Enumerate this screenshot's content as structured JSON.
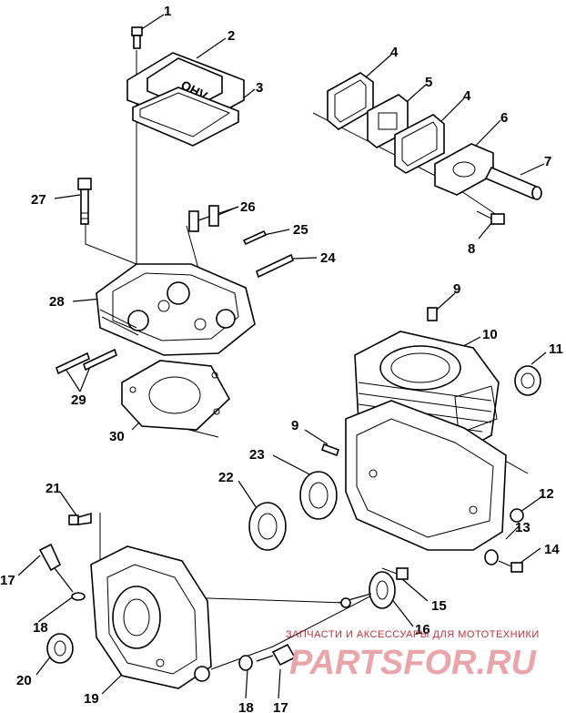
{
  "parts": [
    {
      "n": "1"
    },
    {
      "n": "2"
    },
    {
      "n": "3"
    },
    {
      "n": "4"
    },
    {
      "n": "5"
    },
    {
      "n": "4"
    },
    {
      "n": "6"
    },
    {
      "n": "7"
    },
    {
      "n": "8"
    },
    {
      "n": "27"
    },
    {
      "n": "26"
    },
    {
      "n": "25"
    },
    {
      "n": "24"
    },
    {
      "n": "28"
    },
    {
      "n": "9"
    },
    {
      "n": "10"
    },
    {
      "n": "11"
    },
    {
      "n": "29"
    },
    {
      "n": "30"
    },
    {
      "n": "9"
    },
    {
      "n": "23"
    },
    {
      "n": "22"
    },
    {
      "n": "21"
    },
    {
      "n": "12"
    },
    {
      "n": "13"
    },
    {
      "n": "14"
    },
    {
      "n": "17"
    },
    {
      "n": "18"
    },
    {
      "n": "15"
    },
    {
      "n": "16"
    },
    {
      "n": "20"
    },
    {
      "n": "19"
    },
    {
      "n": "18"
    },
    {
      "n": "17"
    }
  ],
  "cover_text": "OHV",
  "watermark": {
    "caption": "ЗАПЧАСТИ И АКСЕССУАРЫ ДЛЯ МОТОТЕХНИКИ",
    "logo": "PARTSFOR.RU"
  }
}
